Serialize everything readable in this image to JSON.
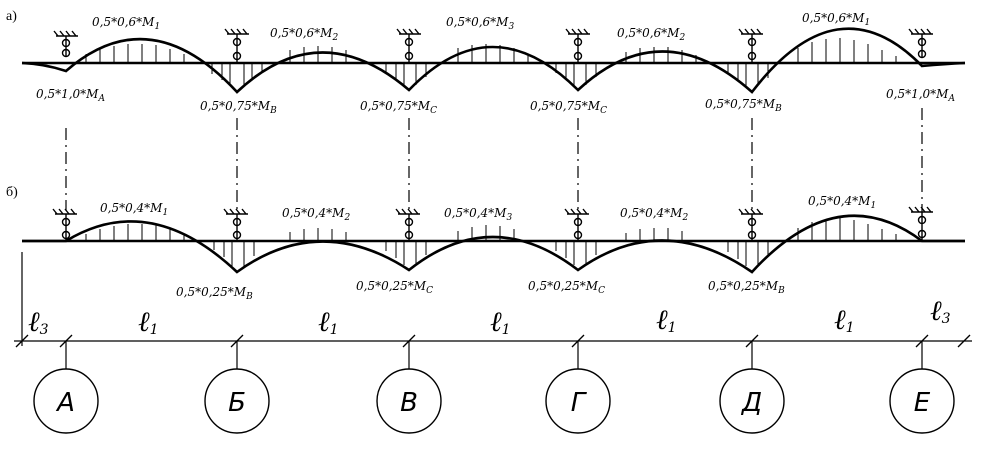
{
  "panels": {
    "a": "а)",
    "b": "б)"
  },
  "row_a": {
    "span_labels": [
      "0,5*0,6*M",
      "0,5*0,6*M",
      "0,5*0,6*M",
      "0,5*0,6*M",
      "0,5*0,6*M"
    ],
    "span_subs": [
      "1",
      "2",
      "3",
      "2",
      "1"
    ],
    "support_labels": [
      "0,5*1,0*M",
      "0,5*0,75*M",
      "0,5*0,75*M",
      "0,5*0,75*M",
      "0,5*0,75*M",
      "0,5*1,0*M"
    ],
    "support_subs": [
      "A",
      "B",
      "C",
      "C",
      "B",
      "A"
    ]
  },
  "row_b": {
    "span_labels": [
      "0,5*0,4*M",
      "0,5*0,4*M",
      "0,5*0,4*M",
      "0,5*0,4*M",
      "0,5*0,4*M"
    ],
    "span_subs": [
      "1",
      "2",
      "3",
      "2",
      "1"
    ],
    "support_labels": [
      "0,5*0,25*M",
      "0,5*0,25*M",
      "0,5*0,25*M",
      "0,5*0,25*M"
    ],
    "support_subs": [
      "B",
      "C",
      "C",
      "B"
    ]
  },
  "dimensions": {
    "labels": [
      "ℓ",
      "ℓ",
      "ℓ",
      "ℓ",
      "ℓ",
      "ℓ",
      "ℓ"
    ],
    "subs": [
      "3",
      "1",
      "1",
      "1",
      "1",
      "1",
      "3"
    ]
  },
  "axes": [
    "А",
    "Б",
    "В",
    "Г",
    "Д",
    "Е"
  ]
}
